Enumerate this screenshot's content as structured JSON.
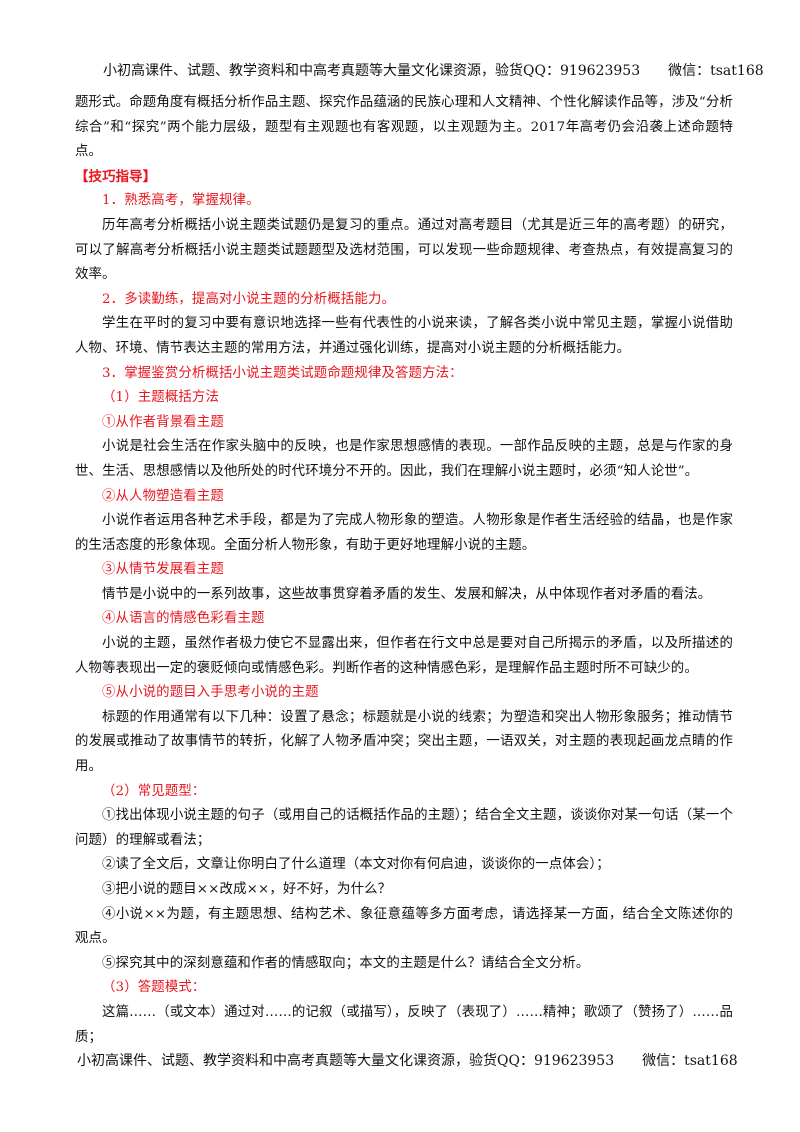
{
  "header": {
    "text": "小初高课件、试题、教学资料和中高考真题等大量文化课资源，验货QQ：919623953",
    "wechat": "微信：tsat168"
  },
  "footer": {
    "text": "小初高课件、试题、教学资料和中高考真题等大量文化课资源，验货QQ：919623953",
    "wechat": "微信：tsat168"
  },
  "body": {
    "intro": "题形式。命题角度有概括分析作品主题、探究作品蕴涵的民族心理和人文精神、个性化解读作品等，涉及“分析综合”和“探究”两个能力层级，题型有主观题也有客观题，以主观题为主。2017年高考仍会沿袭上述命题特点。",
    "tips_heading": "【技巧指导】",
    "h1": "1．熟悉高考，掌握规律。",
    "p1": "历年高考分析概括小说主题类试题仍是复习的重点。通过对高考题目（尤其是近三年的高考题）的研究，可以了解高考分析概括小说主题类试题题型及选材范围，可以发现一些命题规律、考查热点，有效提高复习的效率。",
    "h2": "2．多读勤练，提高对小说主题的分析概括能力。",
    "p2": "学生在平时的复习中要有意识地选择一些有代表性的小说来读，了解各类小说中常见主题，掌握小说借助人物、环境、情节表达主题的常用方法，并通过强化训练，提高对小说主题的分析概括能力。",
    "h3": "3．掌握鉴赏分析概括小说主题类试题命题规律及答题方法：",
    "s1": "（1）主题概括方法",
    "m1": "①从作者背景看主题",
    "m1p": "小说是社会生活在作家头脑中的反映，也是作家思想感情的表现。一部作品反映的主题，总是与作家的身世、生活、思想感情以及他所处的时代环境分不开的。因此，我们在理解小说主题时，必须“知人论世”。",
    "m2": "②从人物塑造看主题",
    "m2p": "小说作者运用各种艺术手段，都是为了完成人物形象的塑造。人物形象是作者生活经验的结晶，也是作家的生活态度的形象体现。全面分析人物形象，有助于更好地理解小说的主题。",
    "m3": "③从情节发展看主题",
    "m3p": "情节是小说中的一系列故事，这些故事贯穿着矛盾的发生、发展和解决，从中体现作者对矛盾的看法。",
    "m4": "④从语言的情感色彩看主题",
    "m4p": "小说的主题，虽然作者极力使它不显露出来，但作者在行文中总是要对自己所揭示的矛盾，以及所描述的人物等表现出一定的褒贬倾向或情感色彩。判断作者的这种情感色彩，是理解作品主题时所不可缺少的。",
    "m5": "⑤从小说的题目入手思考小说的主题",
    "m5p": "标题的作用通常有以下几种：设置了悬念；标题就是小说的线索；为塑造和突出人物形象服务；推动情节的发展或推动了故事情节的转折，化解了人物矛盾冲突；突出主题，一语双关，对主题的表现起画龙点睛的作用。",
    "s2": "（2）常见题型：",
    "q1": "①找出体现小说主题的句子（或用自己的话概括作品的主题）；结合全文主题，谈谈你对某一句话（某一个问题）的理解或看法；",
    "q2": "②读了全文后，文章让你明白了什么道理（本文对你有何启迪，谈谈你的一点体会）；",
    "q3": "③把小说的题目××改成××，好不好，为什么？",
    "q4": "④小说××为题，有主题思想、结构艺术、象征意蕴等多方面考虑，请选择某一方面，结合全文陈述你的观点。",
    "q5": "⑤探究其中的深刻意蕴和作者的情感取向；本文的主题是什么？请结合全文分析。",
    "s3": "（3）答题模式：",
    "a1": "这篇……（或文本）通过对……的记叙（或描写），反映了（表现了）……精神；歌颂了（赞扬了）……品质；"
  },
  "colors": {
    "accent_red": "#e8161e",
    "text": "#111111"
  }
}
